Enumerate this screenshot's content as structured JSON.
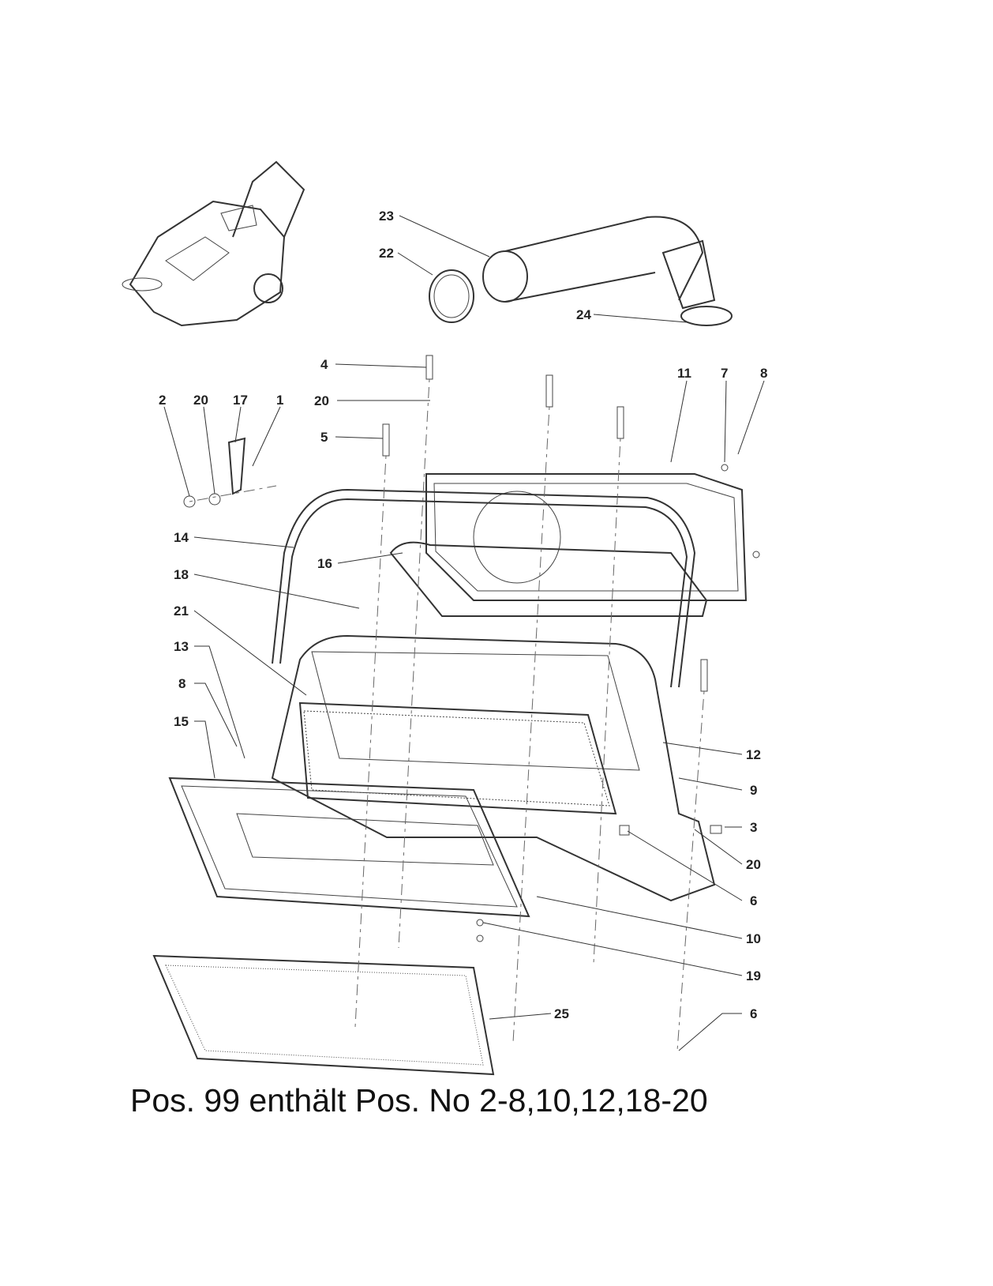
{
  "labels": {
    "l23": "23",
    "l22": "22",
    "l24": "24",
    "l4": "4",
    "l20a": "20",
    "l5": "5",
    "l2": "2",
    "l20b": "20",
    "l17": "17",
    "l1": "1",
    "l11": "11",
    "l7": "7",
    "l8a": "8",
    "l14": "14",
    "l16": "16",
    "l18": "18",
    "l21": "21",
    "l13": "13",
    "l8b": "8",
    "l15": "15",
    "l12": "12",
    "l9": "9",
    "l3": "3",
    "l20c": "20",
    "l6a": "6",
    "l10": "10",
    "l19": "19",
    "l25": "25",
    "l6b": "6"
  },
  "caption": "Pos. 99 enthält Pos. No 2-8,10,12,18-20"
}
